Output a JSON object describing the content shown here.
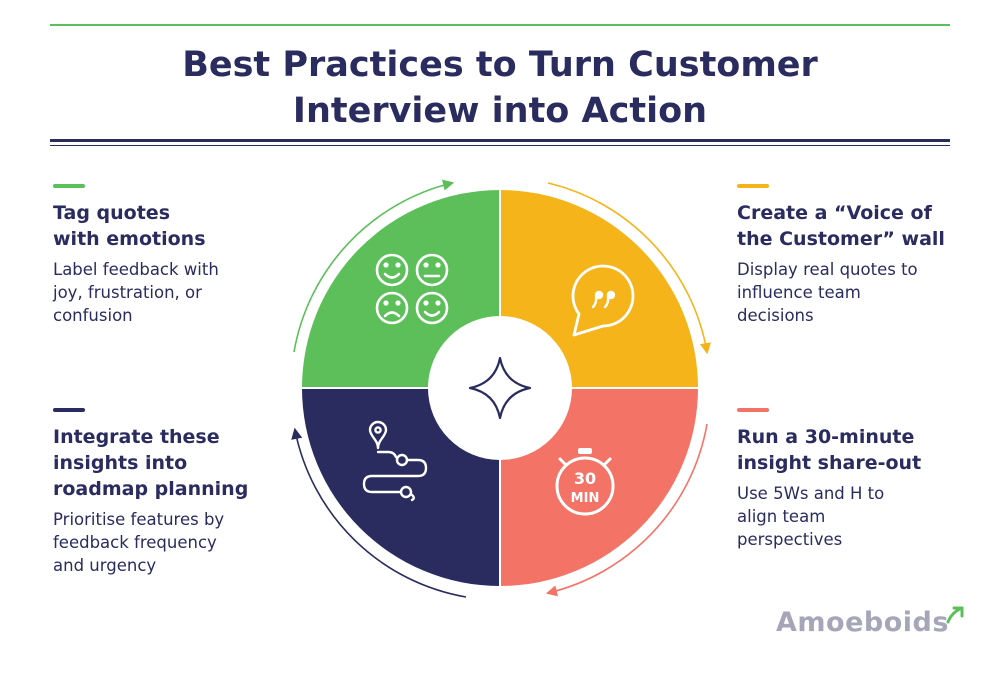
{
  "title": {
    "line1": "Best Practices to Turn Customer",
    "line2": "Interview into Action"
  },
  "colors": {
    "navy": "#2a2b5e",
    "green": "#5cbf5a",
    "yellow": "#f5b41a",
    "coral": "#f47367",
    "logo_gray": "#a7a6b8"
  },
  "items": [
    {
      "heading": [
        "Tag quotes",
        "with emotions"
      ],
      "desc": [
        "Label feedback with",
        "joy, frustration, or",
        "confusion"
      ],
      "icon": "emotion-faces-icon"
    },
    {
      "heading": [
        "Create a “Voice of",
        "the Customer” wall"
      ],
      "desc": [
        "Display real quotes to",
        "influence team",
        "decisions"
      ],
      "icon": "quote-bubble-icon"
    },
    {
      "heading": [
        "Integrate these",
        "insights into",
        "roadmap planning"
      ],
      "desc": [
        "Prioritise features by",
        "feedback frequency",
        "and urgency"
      ],
      "icon": "roadmap-route-icon"
    },
    {
      "heading": [
        "Run a 30-minute",
        "insight share-out"
      ],
      "desc": [
        "Use 5Ws and H to",
        "align team",
        "perspectives"
      ],
      "icon": "stopwatch-icon"
    }
  ],
  "timer": {
    "num": "30",
    "unit": "MIN"
  },
  "center_icon": "sparkle-icon",
  "brand": {
    "name": "Amoeboids"
  }
}
